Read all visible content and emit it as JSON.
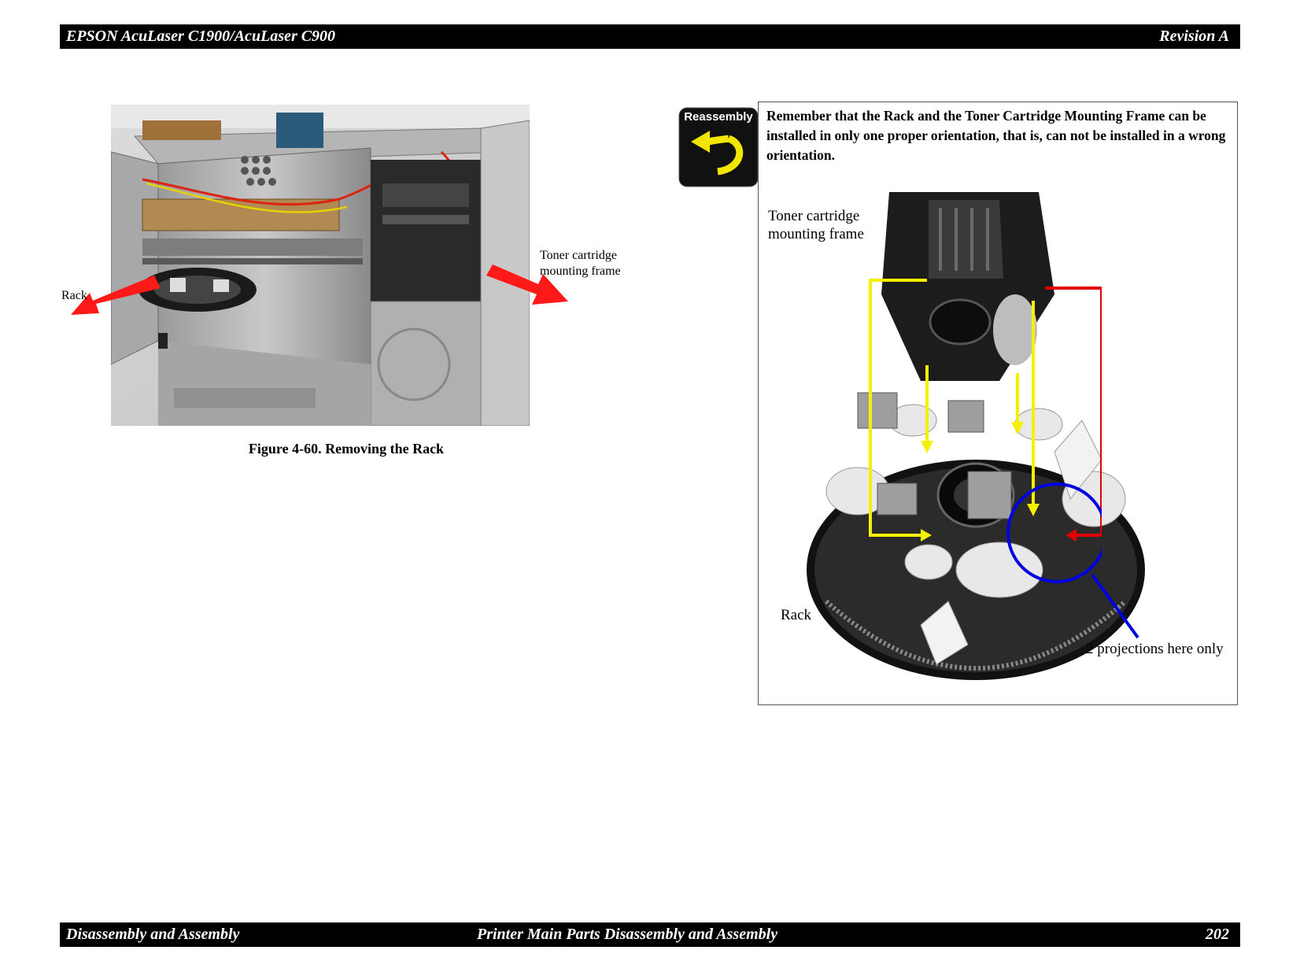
{
  "header": {
    "left": "EPSON AcuLaser C1900/AcuLaser C900",
    "right": "Revision A"
  },
  "footer": {
    "left": "Disassembly and Assembly",
    "center": "Printer Main Parts Disassembly and Assembly",
    "page": "202"
  },
  "figure_left": {
    "caption": "Figure 4-60. Removing the Rack",
    "label_rack": "Rack",
    "label_frame_line1": "Toner cartridge",
    "label_frame_line2": "mounting frame"
  },
  "reassembly": {
    "icon_label": "Reassembly",
    "note": "Remember that the Rack and the Toner Cartridge Mounting Frame can be installed in only one proper orientation, that is, can not be installed in a wrong orientation.",
    "label_frame_line1": "Toner cartridge",
    "label_frame_line2": "mounting frame",
    "label_rack": "Rack",
    "label_projections": "2 projections here only"
  },
  "colors": {
    "arrow_red": "#ff1a1a",
    "guide_yellow": "#f5f000",
    "guide_red": "#e00000",
    "circle_blue": "#0000e0"
  }
}
